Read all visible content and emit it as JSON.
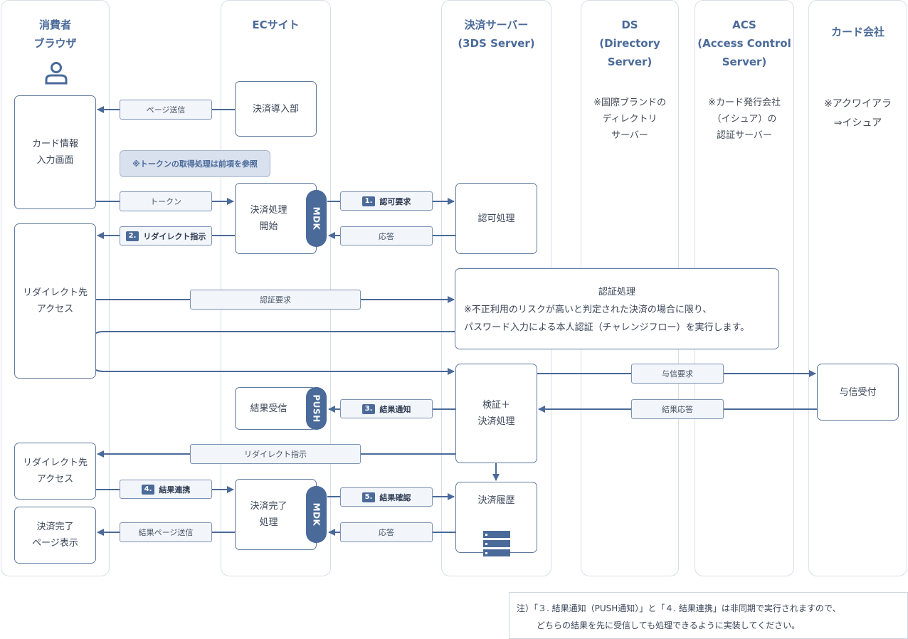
{
  "lanes": {
    "consumer": {
      "title": "消費者\nブラウザ"
    },
    "ec": {
      "title": "ECサイト"
    },
    "server3ds": {
      "title": "決済サーバー\n(3DS Server)"
    },
    "ds": {
      "title": "DS\n(Directory\nServer)",
      "note": "※国際ブランドの\nディレクトリ\nサーバー"
    },
    "acs": {
      "title": "ACS\n(Access Control\nServer)",
      "note": "※カード発行会社\n（イシュア）の\n認証サーバー"
    },
    "card": {
      "title": "カード会社",
      "note": "※アクワイアラ\n⇒イシュア"
    }
  },
  "boxes": {
    "card_input": "カード情報\n入力画面",
    "redirect_access1": "リダイレクト先\nアクセス",
    "redirect_access2": "リダイレクト先\nアクセス",
    "complete_page": "決済完了\nページ表示",
    "payment_intro": "決済導入部",
    "payment_start": "決済処理\n開始",
    "result_receive": "結果受信",
    "payment_complete": "決済完了\n処理",
    "auth_process": "認可処理",
    "verify_process": "検証＋\n決済処理",
    "history": "決済履歴",
    "credit_accept": "与信受付"
  },
  "auth_box": {
    "title": "認証処理",
    "line1": "※不正利用のリスクが高いと判定された決済の場合に限り、",
    "line2": "パスワード入力による本人認証（チャレンジフロー）を実行します。"
  },
  "tags": {
    "mdk1": "MDK",
    "push": "PUSH",
    "mdk2": "MDK"
  },
  "note_token": "※トークンの取得処理は前項を参照",
  "arrows": {
    "page_send": "ページ送信",
    "token": "トークン",
    "redirect_instruction_num": "2.",
    "redirect_instruction": "リダイレクト指示",
    "auth_request_num": "1.",
    "auth_request": "認可要求",
    "response1": "応答",
    "cert_request": "認証要求",
    "credit_request": "与信要求",
    "result_notice_num": "3.",
    "result_notice": "結果通知",
    "result_response": "結果応答",
    "redirect_instruction2": "リダイレクト指示",
    "result_link_num": "4.",
    "result_link": "結果連携",
    "result_confirm_num": "5.",
    "result_confirm": "結果確認",
    "result_page_send": "結果ページ送信",
    "response2": "応答"
  },
  "footnote": {
    "line1": "注）「３. 結果通知（PUSH通知）」と「４. 結果連携」は非同期で実行されますので、",
    "line2": "どちらの結果を先に受信しても処理できるように実装してください。"
  },
  "icons": {
    "user": "user-icon",
    "database": "server-stack-icon"
  },
  "colors": {
    "accent": "#4a6a99",
    "line": "#4a6a99",
    "lane_border": "#d8dee7"
  }
}
